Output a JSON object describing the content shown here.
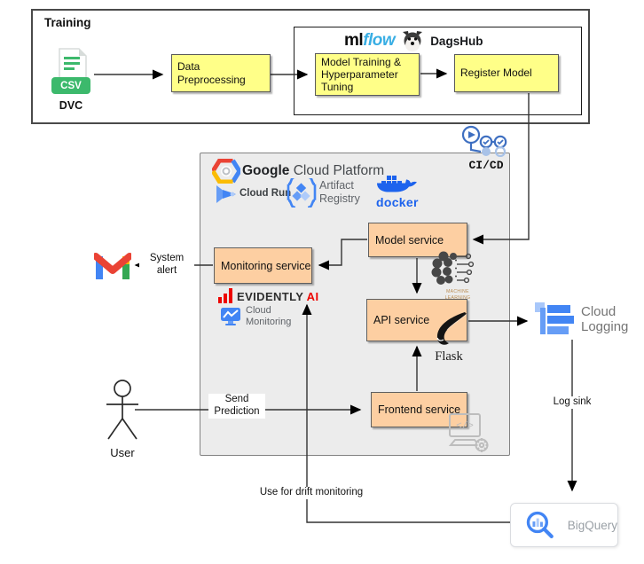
{
  "training": {
    "title": "Training",
    "dvc": {
      "badge": "CSV",
      "label": "DVC"
    },
    "preprocessing": "Data Preprocessing",
    "model_training": "Model Training & Hyperparameter Tuning",
    "register_model": "Register Model",
    "mlflow": {
      "ml": "ml",
      "flow": "flow"
    },
    "dagshub": "DagsHub"
  },
  "cicd": {
    "label": "CI/CD"
  },
  "gcp": {
    "brand": {
      "bold": "Google",
      "rest": "Cloud Platform"
    },
    "cloud_run": "Cloud Run",
    "artifact_registry": "Artifact Registry",
    "docker": "docker",
    "model_service": "Model service",
    "monitoring_service": "Monitoring service",
    "api_service": "API service",
    "frontend_service": "Frontend service",
    "evidently": {
      "brand": "EVIDENTLY",
      "suffix": "AI"
    },
    "cloud_monitoring": "Cloud Monitoring",
    "ml_caption": "MACHINE LEARNING",
    "flask": "Flask",
    "code_glyph": "</>"
  },
  "edges": {
    "system_alert": "System alert",
    "send_prediction": "Send Prediction",
    "drift_monitoring": "Use for drift monitoring",
    "log_sink": "Log sink"
  },
  "external": {
    "cloud_logging": "Cloud Logging",
    "bigquery": "BigQuery",
    "user": "User"
  },
  "colors": {
    "note_yellow": "#FFFF88",
    "service_orange": "#FDCFA2",
    "gcp_panel_gray": "#ECECEC",
    "google_blue": "#4285F4",
    "google_red": "#EA4335",
    "google_yellow": "#FBBC04",
    "google_green": "#34A853",
    "mlflow_blue": "#39AEE4",
    "docker_blue": "#1D63ED",
    "evidently_red": "#ED0400",
    "csv_green": "#3CB96C",
    "logging_light_blue": "#A8C7FA",
    "text_gray": "#5F6368"
  }
}
